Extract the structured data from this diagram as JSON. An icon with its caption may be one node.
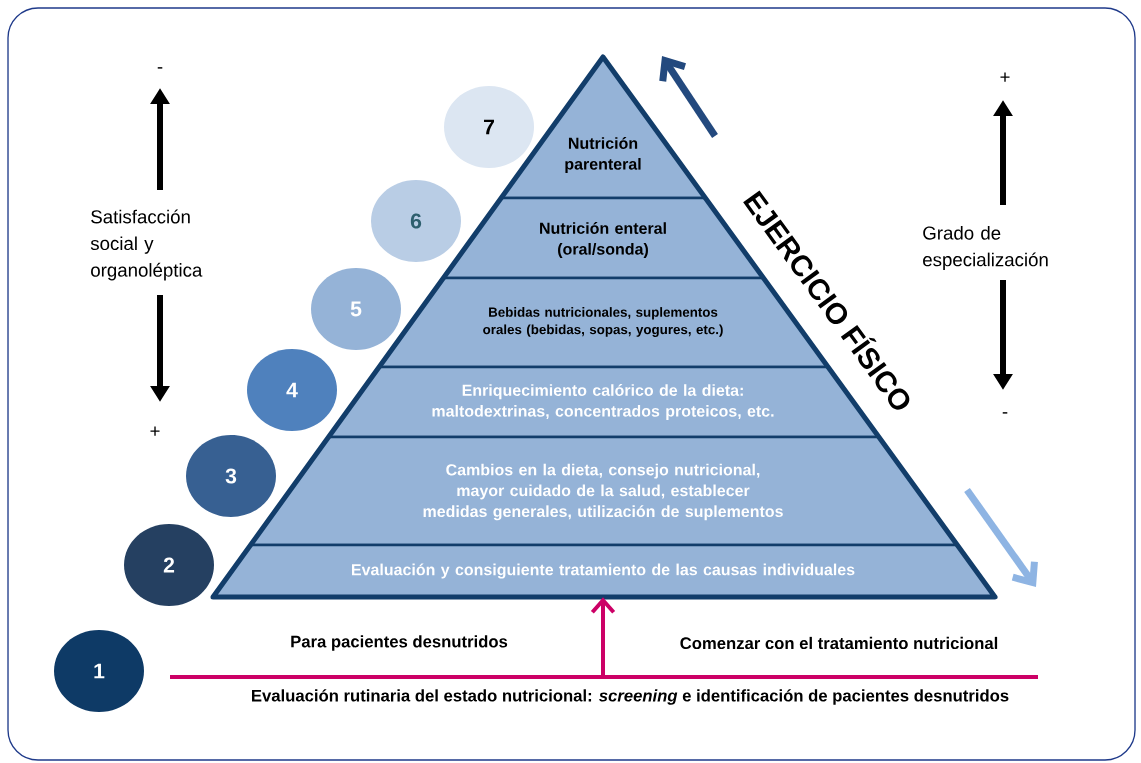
{
  "diagram": {
    "nodes": [
      {
        "text": [
          "Nutrición parenteral"
        ]
      },
      {
        "text": [
          "Nutrición enteral (oral/sonda)"
        ]
      },
      {
        "text": [
          "Bebidas nutricionales, suplementos orales (bebidas, sopas, yogures, etc.)"
        ]
      },
      {
        "text": [
          "Enriquecimiento calórico de la dieta: maltodextrinas, concentrados proteicos, etc."
        ]
      },
      {
        "text": [
          "Cambios en la dieta, consejo nutricional, mayor cuidado de la salud, establecer medidas generales, utilización de suplementos"
        ]
      },
      {
        "text": [
          "Evaluación y consiguiente tratamiento de las causas individuales"
        ]
      },
      {
        "text": [
          "7"
        ]
      },
      {
        "text": [
          "6"
        ]
      },
      {
        "text": [
          "5"
        ]
      },
      {
        "text": [
          "4"
        ]
      },
      {
        "text": [
          "3"
        ]
      },
      {
        "text": [
          "2"
        ]
      },
      {
        "text": [
          "1"
        ]
      }
    ],
    "edges": [
      {
        "from": null,
        "to": 5,
        "arrow": "to",
        "color": "#cc0066"
      }
    ],
    "labels": [
      "-",
      "Satisfacción social y organoléptica",
      "+",
      "EJERCICIO FÍSICO",
      "+",
      "Grado de especialización",
      "-",
      "Para pacientes desnutridos",
      "Comenzar con el tratamiento nutricional",
      "Evaluación rutinaria del estado nutricional: *screening* e identificación de pacientes desnutridos"
    ]
  }
}
